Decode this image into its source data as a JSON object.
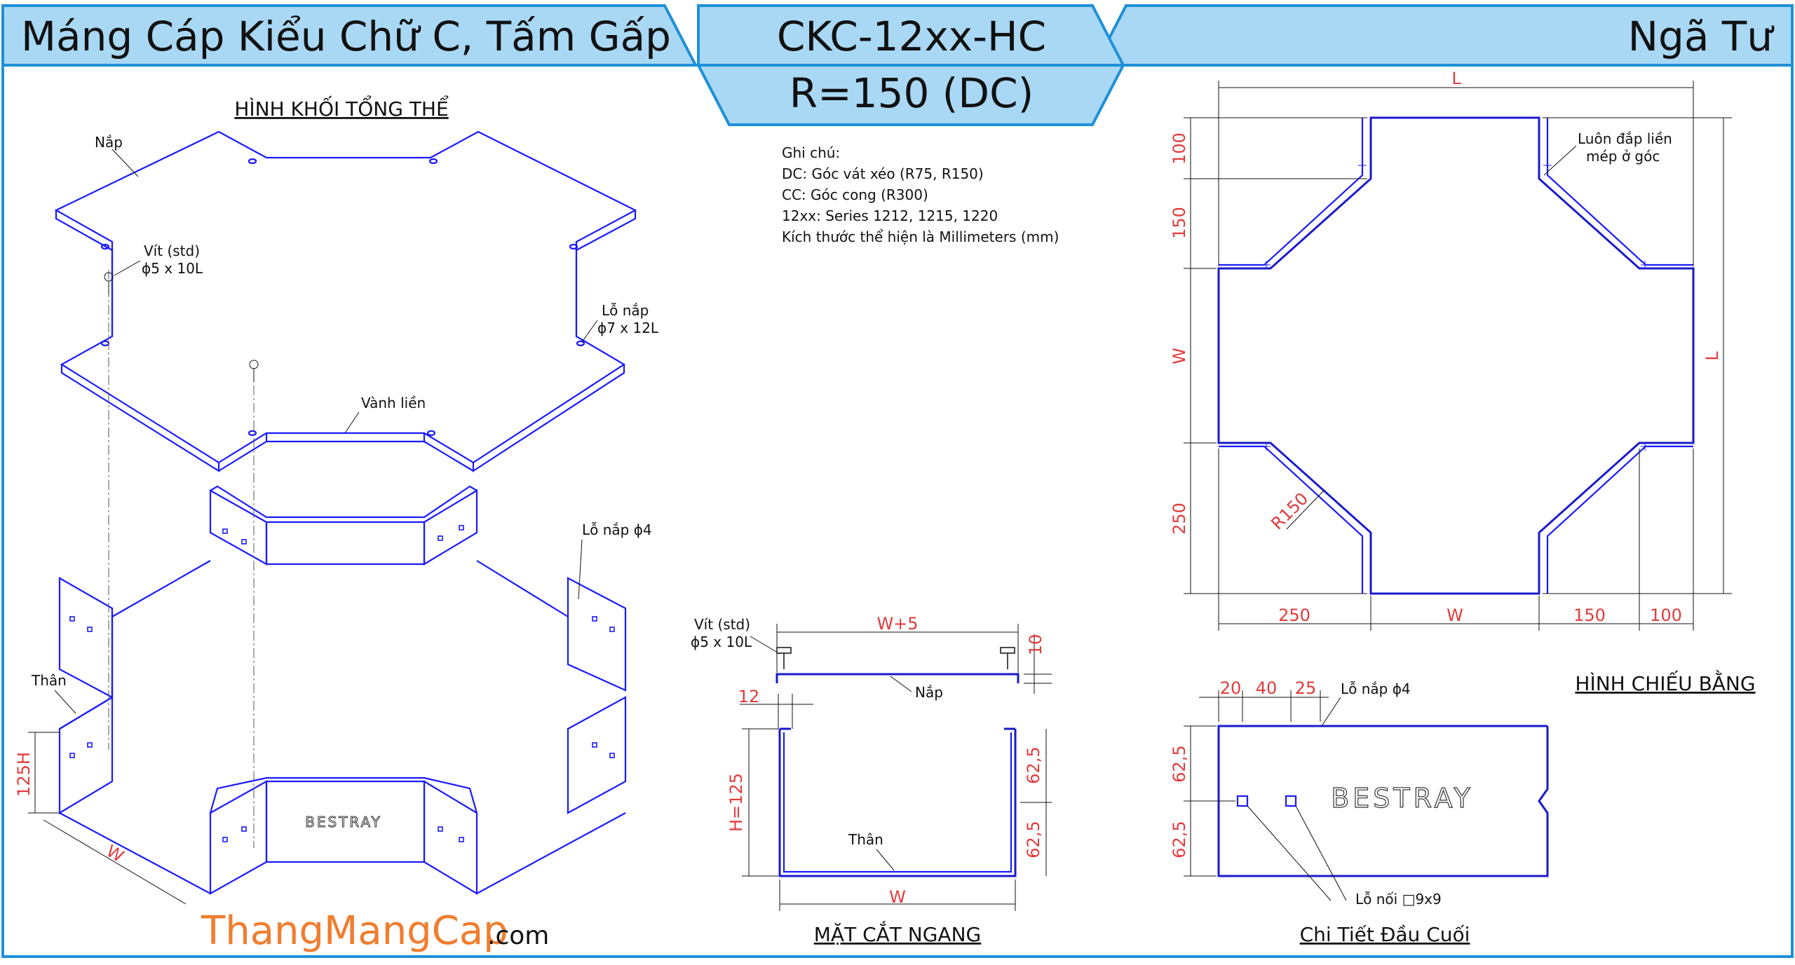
{
  "header": {
    "left_title": "Máng Cáp Kiểu Chữ C, Tấm Gấp",
    "code": "CKC-12xx-HC",
    "radius": "R=150 (DC)",
    "right_title": "Ngã Tư"
  },
  "notes": {
    "title": "Ghi chú:",
    "lines": [
      "DC: Góc vát xéo (R75, R150)",
      "CC: Góc cong (R300)",
      "12xx: Series 1212, 1215, 1220",
      "Kích thước thể hiện là Millimeters (mm)"
    ]
  },
  "iso_view": {
    "heading": "HÌNH KHỐI TỔNG THỂ",
    "lid_label": "Nắp",
    "screw_label_1": "Vít (std)",
    "screw_label_2": "ϕ5 x 10L",
    "lid_hole_label_1": "Lỗ nắp",
    "lid_hole_label_2": "ϕ7 x 12L",
    "rim_label": "Vành liền",
    "body_hole_label": "Lỗ nắp ϕ4",
    "body_label": "Thân",
    "dim_height": "125H",
    "dim_width": "W",
    "brand": "BESTRAY"
  },
  "section_view": {
    "heading": "MẶT CẮT NGANG",
    "screw_label_1": "Vít (std)",
    "screw_label_2": "ϕ5 x 10L",
    "dim_top": "W+5",
    "dim_lip": "12",
    "dim_gap": "10",
    "lid_label": "Nắp",
    "dim_height": "H=125",
    "dim_half_1": "62,5",
    "dim_half_2": "62,5",
    "body_label": "Thân",
    "dim_width": "W"
  },
  "plan_view": {
    "heading": "HÌNH CHIẾU BẰNG",
    "dim_L_top": "L",
    "dim_L_right": "L",
    "dim_100_left": "100",
    "dim_150_left": "150",
    "dim_W_left": "W",
    "dim_250_left": "250",
    "dim_250_bottom": "250",
    "dim_W_bottom": "W",
    "dim_150_bottom": "150",
    "dim_100_bottom": "100",
    "radius_label": "R150",
    "note_1": "Luôn đắp liền",
    "note_2": "mép ở góc"
  },
  "end_detail": {
    "heading": "Chi Tiết Đầu Cuối",
    "dim_20": "20",
    "dim_40": "40",
    "dim_25": "25",
    "hole_label": "Lỗ nắp ϕ4",
    "dim_62_5_top": "62,5",
    "dim_62_5_bottom": "62,5",
    "slot_label": "Lỗ nối □9x9",
    "brand": "BESTRAY"
  },
  "watermark": {
    "main": "ThangMangCap",
    "suffix": ".com"
  },
  "colors": {
    "header_fill": "#a9d8f5",
    "frame": "#1e90d8",
    "drawing_line": "#1a1aff",
    "dimension_text": "#e23b3b",
    "watermark": "#f07d2e"
  }
}
